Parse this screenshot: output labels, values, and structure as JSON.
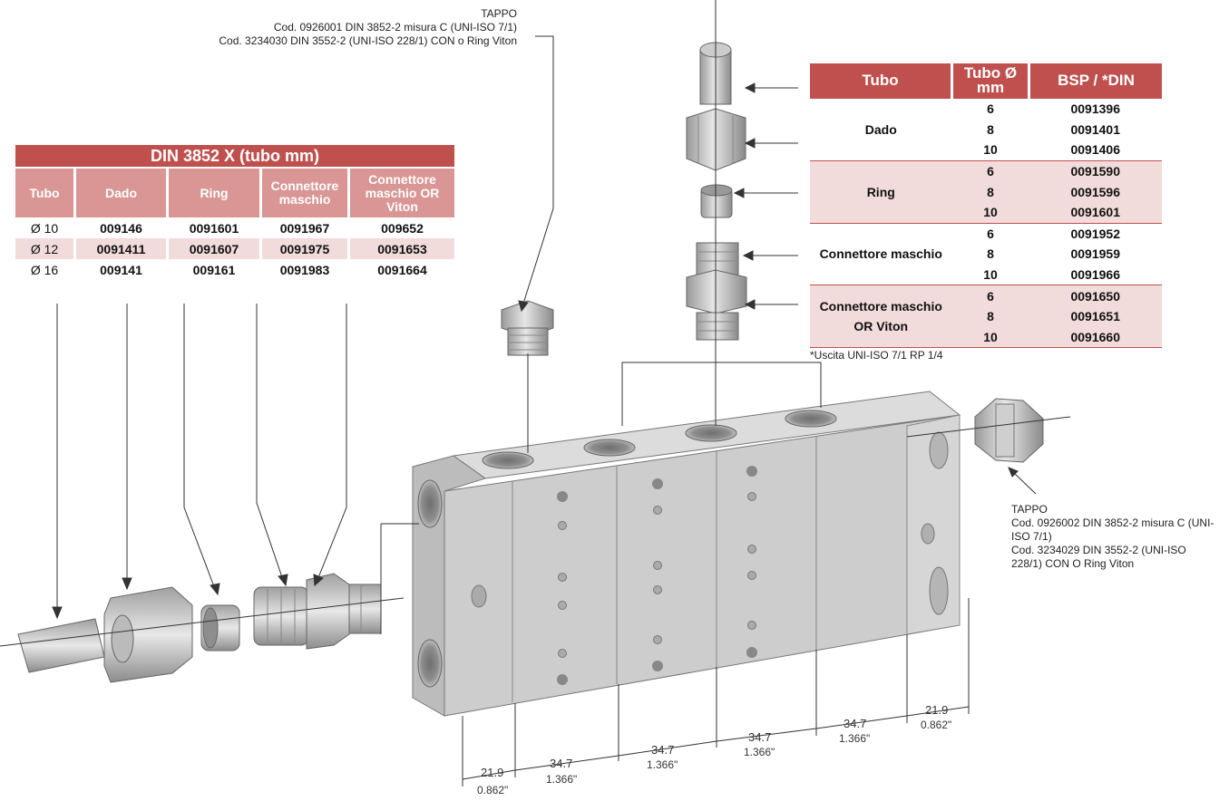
{
  "callouts": {
    "tappo_top": {
      "line1": "TAPPO",
      "line2": "Cod. 0926001 DIN 3852-2 misura C (UNI-ISO 7/1)",
      "line3": "Cod. 3234030 DIN 3552-2 (UNI-ISO 228/1) CON o Ring Viton"
    },
    "tappo_right": {
      "line1": "TAPPO",
      "line2": "Cod. 0926002 DIN 3852-2 misura C (UNI-ISO 7/1)",
      "line3": "Cod. 3234029 DIN 3552-2 (UNI-ISO 228/1) CON O Ring Viton"
    }
  },
  "left_table": {
    "title": "DIN 3852 X (tubo mm)",
    "headers": [
      "Tubo",
      "Dado",
      "Ring",
      "Connettore maschio",
      "Connettore maschio OR Viton"
    ],
    "rows": [
      [
        "Ø 10",
        "009146",
        "0091601",
        "0091967",
        "009652"
      ],
      [
        "Ø 12",
        "0091411",
        "0091607",
        "0091975",
        "0091653"
      ],
      [
        "Ø 16",
        "009141",
        "009161",
        "0091983",
        "0091664"
      ]
    ]
  },
  "right_table": {
    "headers": [
      "Tubo",
      "Tubo Ø mm",
      "BSP / *DIN"
    ],
    "groups": [
      {
        "name": "Dado",
        "rows": [
          [
            "6",
            "0091396"
          ],
          [
            "8",
            "0091401"
          ],
          [
            "10",
            "0091406"
          ]
        ]
      },
      {
        "name": "Ring",
        "rows": [
          [
            "6",
            "0091590"
          ],
          [
            "8",
            "0091596"
          ],
          [
            "10",
            "0091601"
          ]
        ]
      },
      {
        "name": "Connettore maschio",
        "rows": [
          [
            "6",
            "0091952"
          ],
          [
            "8",
            "0091959"
          ],
          [
            "10",
            "0091966"
          ]
        ]
      },
      {
        "name": "Connettore maschio OR Viton",
        "rows": [
          [
            "6",
            "0091650"
          ],
          [
            "8",
            "0091651"
          ],
          [
            "10",
            "0091660"
          ]
        ]
      }
    ],
    "footnote": "*Uscita UNI-ISO 7/1 RP 1/4"
  },
  "dimensions": [
    {
      "mm": "21.9",
      "inch": "0.862\""
    },
    {
      "mm": "34.7",
      "inch": "1.366\""
    },
    {
      "mm": "34.7",
      "inch": "1.366\""
    },
    {
      "mm": "34.7",
      "inch": "1.366\""
    },
    {
      "mm": "34.7",
      "inch": "1.366\""
    },
    {
      "mm": "21.9",
      "inch": "0.862\""
    }
  ],
  "colors": {
    "header_dark": "#c0504d",
    "header_light": "#d99694",
    "row_shade": "#f2dcdb",
    "block_gray": "#c9c9c9"
  }
}
